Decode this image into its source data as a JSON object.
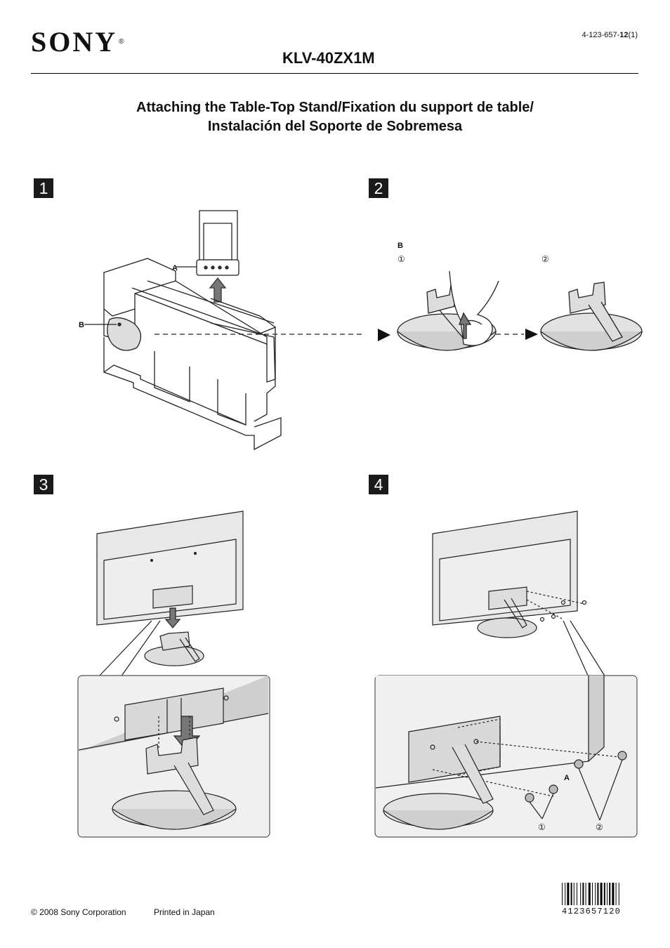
{
  "header": {
    "brand": "SONY",
    "registered_mark": "®",
    "part_number_prefix": "4-123-657-",
    "part_number_bold": "12",
    "part_number_suffix": "(1)",
    "model": "KLV-40ZX1M"
  },
  "title": {
    "line1": "Attaching the Table-Top Stand/Fixation du support de table/",
    "line2": "Instalación del Soporte de Sobremesa"
  },
  "steps": [
    {
      "number": "1",
      "labels": {
        "a": "A",
        "b": "B"
      }
    },
    {
      "number": "2",
      "labels": {
        "b": "B",
        "sub1": "①",
        "sub2": "②"
      }
    },
    {
      "number": "3"
    },
    {
      "number": "4",
      "labels": {
        "a": "A",
        "sub1": "①",
        "sub2": "②"
      }
    }
  ],
  "footer": {
    "copyright": "© 2008 Sony Corporation",
    "printed": "Printed in Japan",
    "barcode_number": "4123657120"
  }
}
